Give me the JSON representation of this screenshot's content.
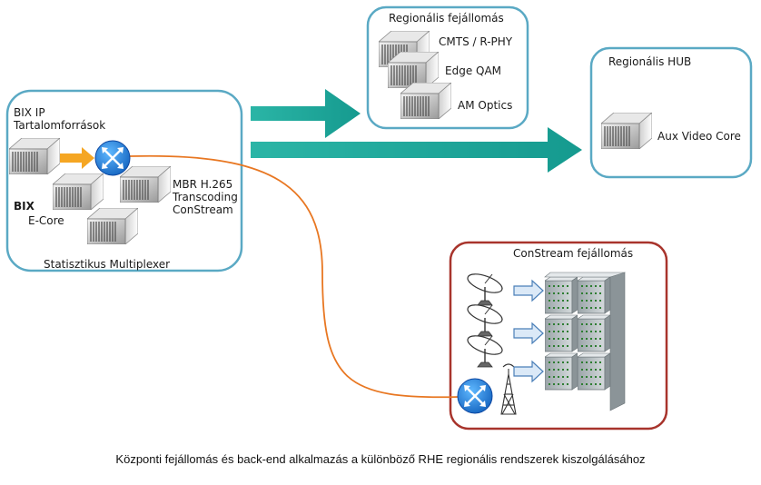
{
  "colors": {
    "box_border": "#5aa9c4",
    "constream_border": "#a8342c",
    "arrow_teal": "#1fa59a",
    "arrow_orange": "#f5a623",
    "link_orange": "#e87722",
    "router_blue": "#1e88e5"
  },
  "bix_box": {
    "title_line1": "BIX IP",
    "title_line2": "Tartalomforrások",
    "bix_label": "BIX",
    "ecore_label": "E-Core",
    "mbr_line1": "MBR H.265",
    "mbr_line2": "Transcoding",
    "mbr_line3": "ConStream",
    "mux_label": "Statisztikus Multiplexer"
  },
  "regional_headend": {
    "title": "Regionális fejállomás",
    "items": [
      "CMTS / R-PHY",
      "Edge QAM",
      "AM Optics"
    ]
  },
  "regional_hub": {
    "title": "Regionális HUB",
    "item": "Aux Video Core"
  },
  "constream": {
    "title": "ConStream fejállomás"
  },
  "icons": {
    "server": "server-icon",
    "router": "router-icon",
    "satellite": "satellite-dish-icon",
    "tower": "antenna-tower-icon",
    "rack": "rack-icon"
  },
  "caption": "Központi fejállomás és back-end alkalmazás a különböző RHE regionális rendszerek kiszolgálásához"
}
